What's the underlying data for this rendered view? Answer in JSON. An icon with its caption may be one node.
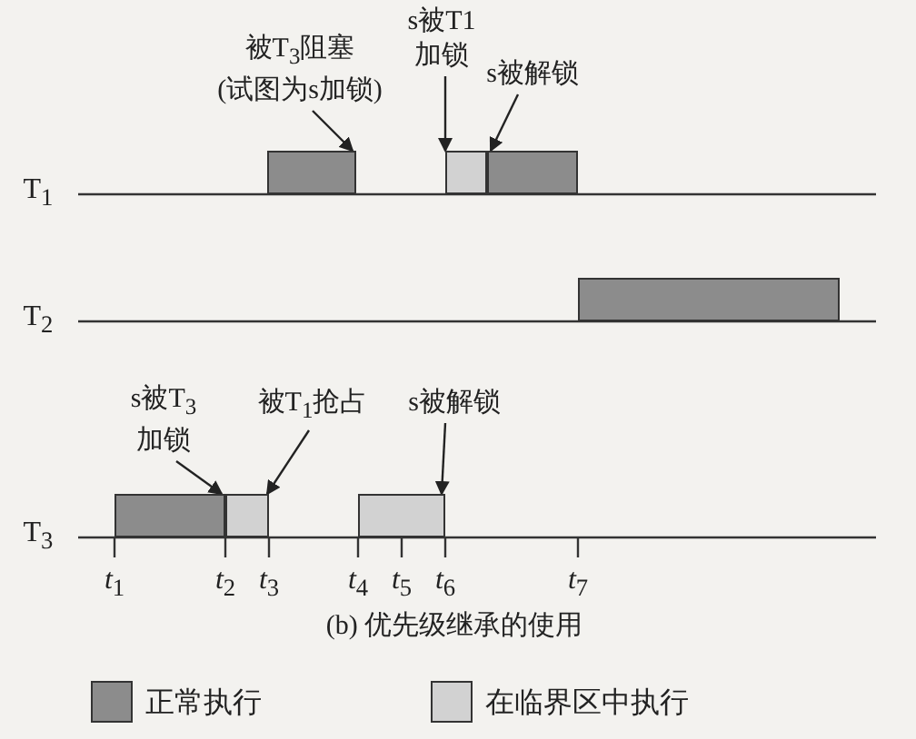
{
  "diagram": {
    "caption": "(b) 优先级继承的使用",
    "nodes": [
      {
        "text": [
          "被T$_{3}$阻塞",
          "(试图为s加锁)"
        ]
      },
      {
        "text": [
          "s被T1",
          "加锁"
        ]
      },
      {
        "text": [
          "s被解锁"
        ]
      },
      {
        "text": [],
        "shape": "bar"
      },
      {
        "text": [],
        "shape": "bar"
      },
      {
        "text": [],
        "shape": "bar"
      },
      {
        "text": [],
        "shape": "bar"
      },
      {
        "text": [
          "s被T$_{3}$",
          "加锁"
        ]
      },
      {
        "text": [
          "被T$_{1}$抢占"
        ]
      },
      {
        "text": [
          "s被解锁"
        ]
      },
      {
        "text": [],
        "shape": "bar"
      },
      {
        "text": [],
        "shape": "bar"
      },
      {
        "text": [],
        "shape": "bar"
      }
    ],
    "edges": [
      {
        "from": 0,
        "to": 3,
        "arrow": "to"
      },
      {
        "from": 1,
        "to": 4,
        "arrow": "to"
      },
      {
        "from": 2,
        "to": 5,
        "arrow": "to"
      },
      {
        "from": 7,
        "to": 10,
        "arrow": "to"
      },
      {
        "from": 8,
        "to": 11,
        "arrow": "to"
      },
      {
        "from": 9,
        "to": 12,
        "arrow": "to"
      }
    ],
    "labels": [
      "T$_{1}$",
      "T$_{2}$",
      "T$_{3}$",
      "*t*$_{1}$",
      "*t*$_{2}$",
      "*t*$_{3}$",
      "*t*$_{4}$",
      "*t*$_{5}$",
      "*t*$_{6}$",
      "*t*$_{7}$"
    ],
    "legend": [
      {
        "text": "正常执行",
        "color": "#8c8c8c"
      },
      {
        "text": "在临界区中执行",
        "color": "#d2d2d2"
      }
    ]
  }
}
